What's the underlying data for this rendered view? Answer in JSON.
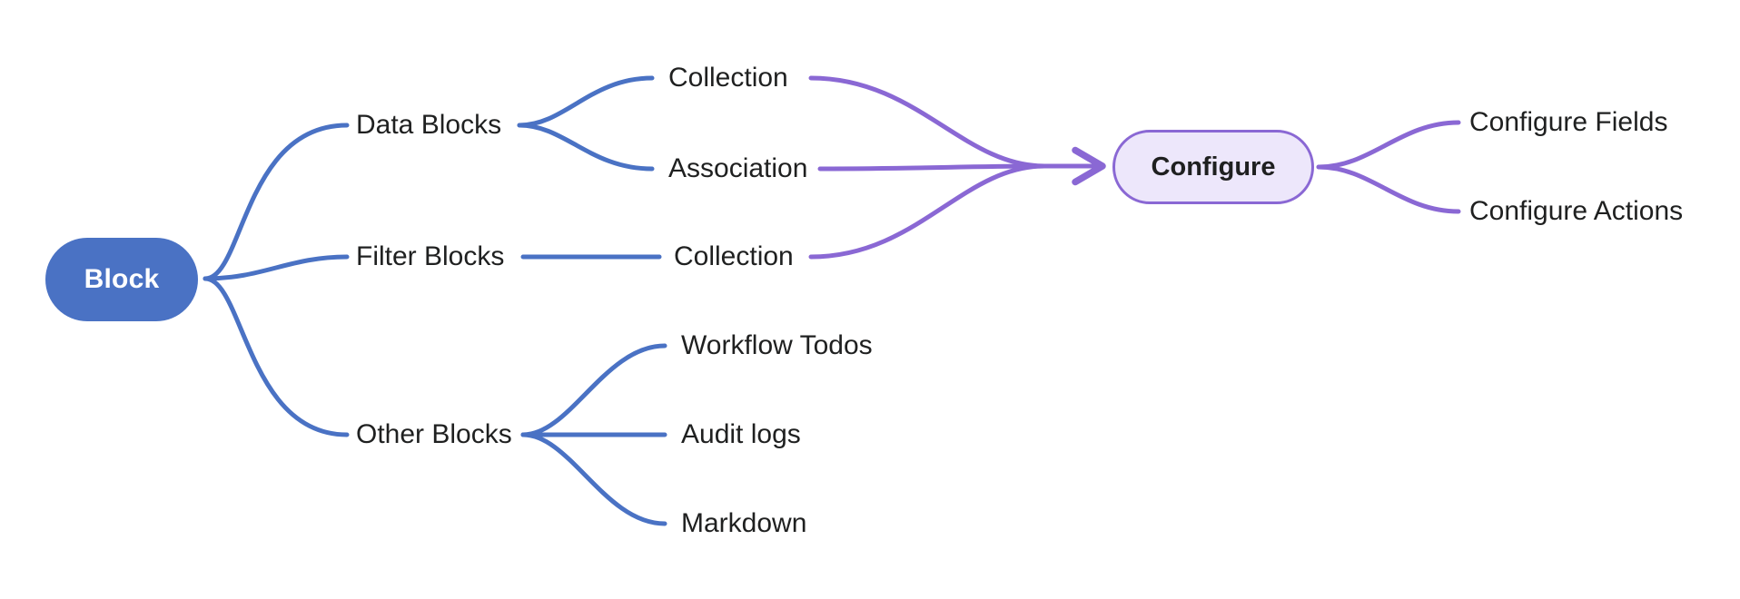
{
  "diagram": {
    "type": "mindmap",
    "title": "Block",
    "colors": {
      "root_fill": "#4a72c4",
      "root_text": "#ffffff",
      "blue_edge": "#4a72c4",
      "purple_edge": "#8a68d4",
      "configure_fill": "#ede7fb",
      "configure_border": "#8a68d4",
      "label_text": "#1f2020",
      "background": "#ffffff"
    }
  },
  "nodes": {
    "root": {
      "label": "Block"
    },
    "configure": {
      "label": "Configure"
    },
    "branches": [
      {
        "label": "Data Blocks"
      },
      {
        "label": "Filter Blocks"
      },
      {
        "label": "Other Blocks"
      }
    ],
    "leaves": {
      "data_blocks": [
        {
          "label": "Collection"
        },
        {
          "label": "Association"
        }
      ],
      "filter_blocks": [
        {
          "label": "Collection"
        }
      ],
      "other_blocks": [
        {
          "label": "Workflow Todos"
        },
        {
          "label": "Audit logs"
        },
        {
          "label": "Markdown"
        }
      ],
      "configure": [
        {
          "label": "Configure Fields"
        },
        {
          "label": "Configure Actions"
        }
      ]
    }
  }
}
